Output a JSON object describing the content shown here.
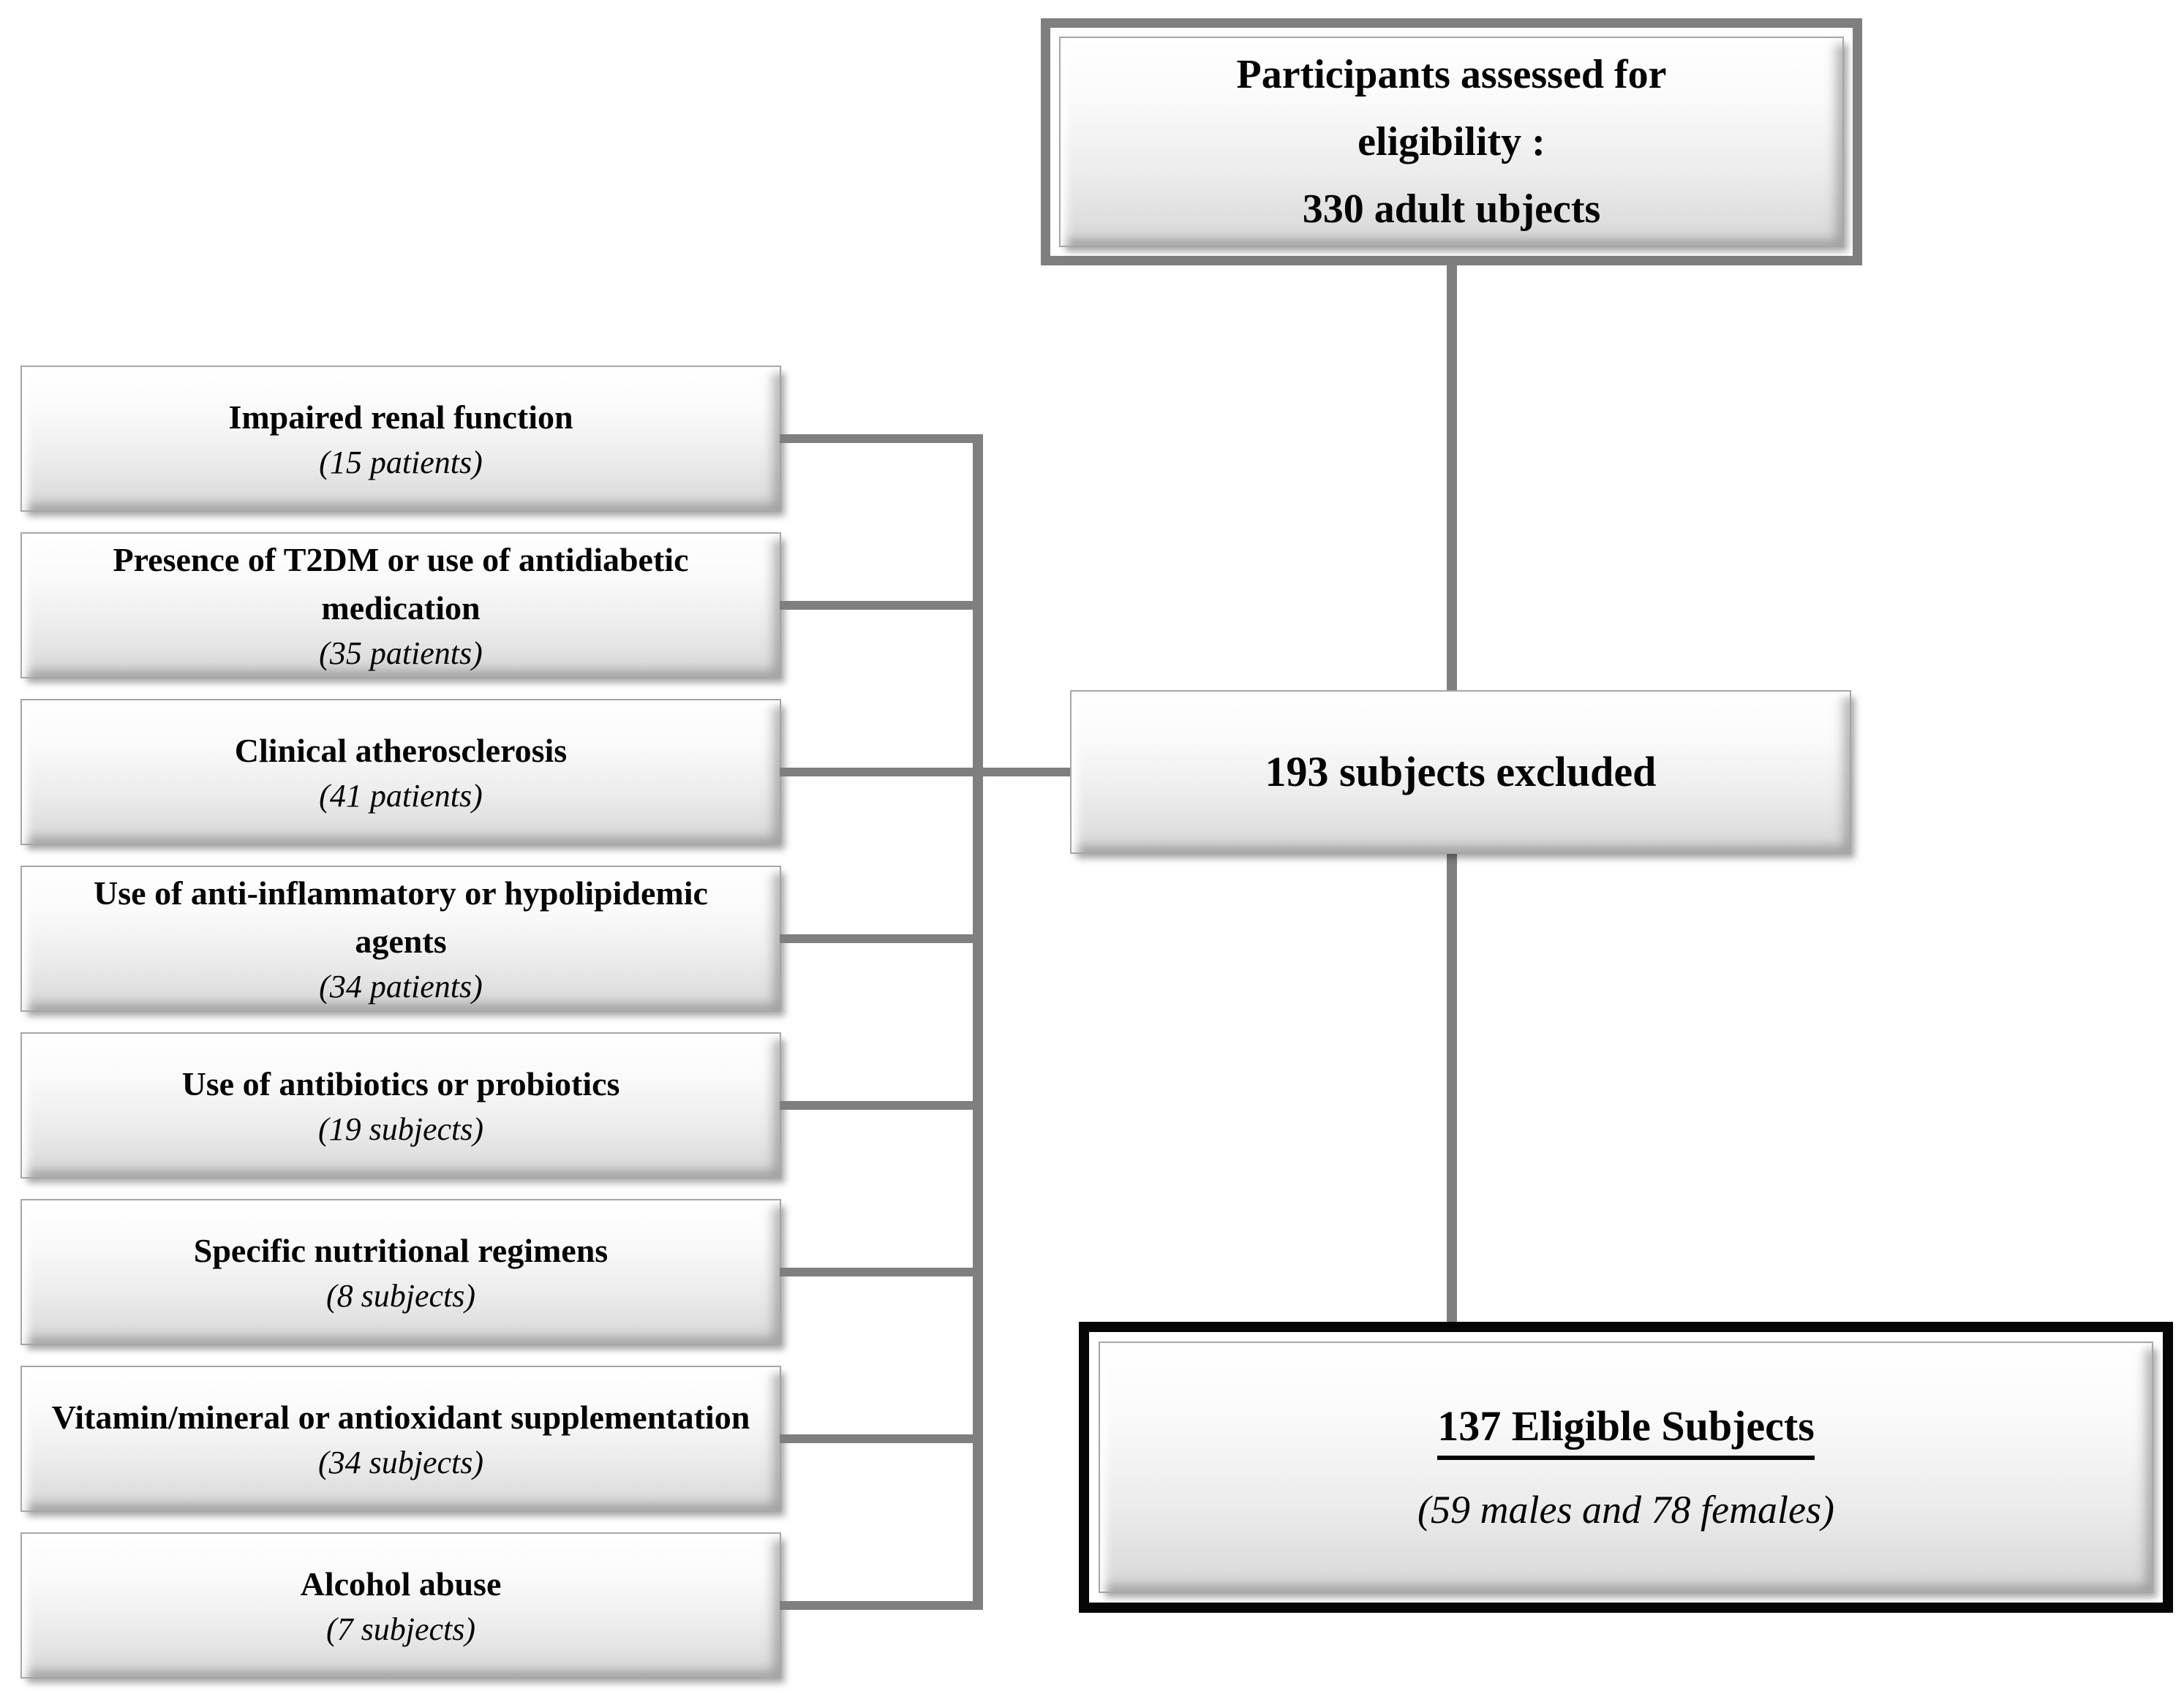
{
  "assessed_box": {
    "lines": [
      "Participants assessed for",
      "eligibility :",
      "330 adult ubjects"
    ]
  },
  "excluded_box": {
    "label": "193 subjects excluded"
  },
  "eligible_box": {
    "title": "137 Eligible Subjects",
    "subtitle": "(59 males and 78 females)"
  },
  "exclusion_reasons": [
    {
      "label": "Impaired renal function",
      "count": "(15 patients)"
    },
    {
      "label": "Presence of T2DM or use of antidiabetic medication",
      "count": "(35 patients)"
    },
    {
      "label": "Clinical atherosclerosis",
      "count": "(41 patients)"
    },
    {
      "label": "Use of anti-inflammatory or hypolipidemic agents",
      "count": "(34 patients)"
    },
    {
      "label": "Use of antibiotics or probiotics",
      "count": "(19 subjects)"
    },
    {
      "label": "Specific nutritional regimens",
      "count": "(8 subjects)"
    },
    {
      "label": "Vitamin/mineral or antioxidant supplementation",
      "count": "(34 subjects)"
    },
    {
      "label": "Alcohol abuse",
      "count": "(7 subjects)"
    }
  ],
  "colors": {
    "connector": "#7f7f7f",
    "frame-gray": "#7f7f7f",
    "frame-black": "#060606",
    "node-fill-top": "#ffffff",
    "node-fill-bottom": "#d7d7d7",
    "text": "#050505"
  }
}
